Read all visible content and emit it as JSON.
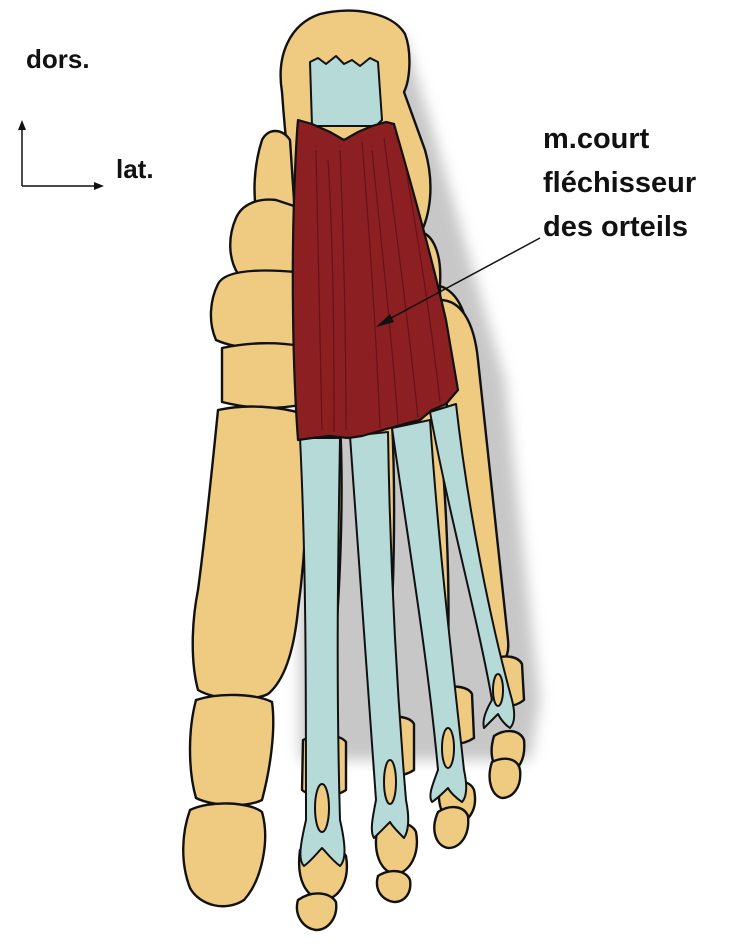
{
  "orientation": {
    "dorsal_label": "dors.",
    "lateral_label": "lat."
  },
  "callout": {
    "lines": [
      "m.court",
      "fléchisseur",
      "des orteils"
    ]
  },
  "colors": {
    "bone_fill": "#EFCB82",
    "outline": "#111111",
    "muscle": "#8B1F22",
    "tendon": "#B6DAD8",
    "shadow": "#9A9A9A",
    "background": "#FFFFFF"
  }
}
